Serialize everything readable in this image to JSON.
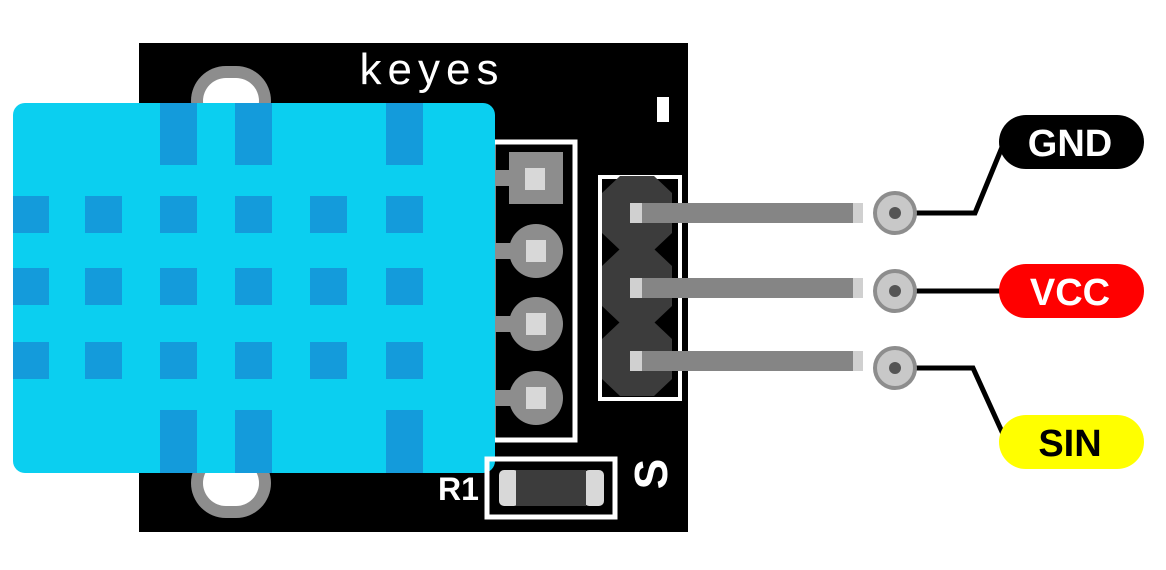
{
  "board": {
    "brand": "keyes",
    "resistor_label": "R1",
    "signal_marker": "S",
    "minus_marker": "-",
    "colors": {
      "pcb": "#000000",
      "sensor_body": "#0bcff0",
      "sensor_grill": "#149bdb",
      "pad": "#8d8d8d",
      "header": "#3c3c3c",
      "pin_lead": "#858585",
      "outline": "#ffffff"
    }
  },
  "pins": [
    {
      "label": "GND",
      "badge_color": "#000000",
      "text_color": "#ffffff"
    },
    {
      "label": "VCC",
      "badge_color": "#ff0000",
      "text_color": "#ffffff"
    },
    {
      "label": "SIN",
      "badge_color": "#ffff00",
      "text_color": "#000000"
    }
  ]
}
